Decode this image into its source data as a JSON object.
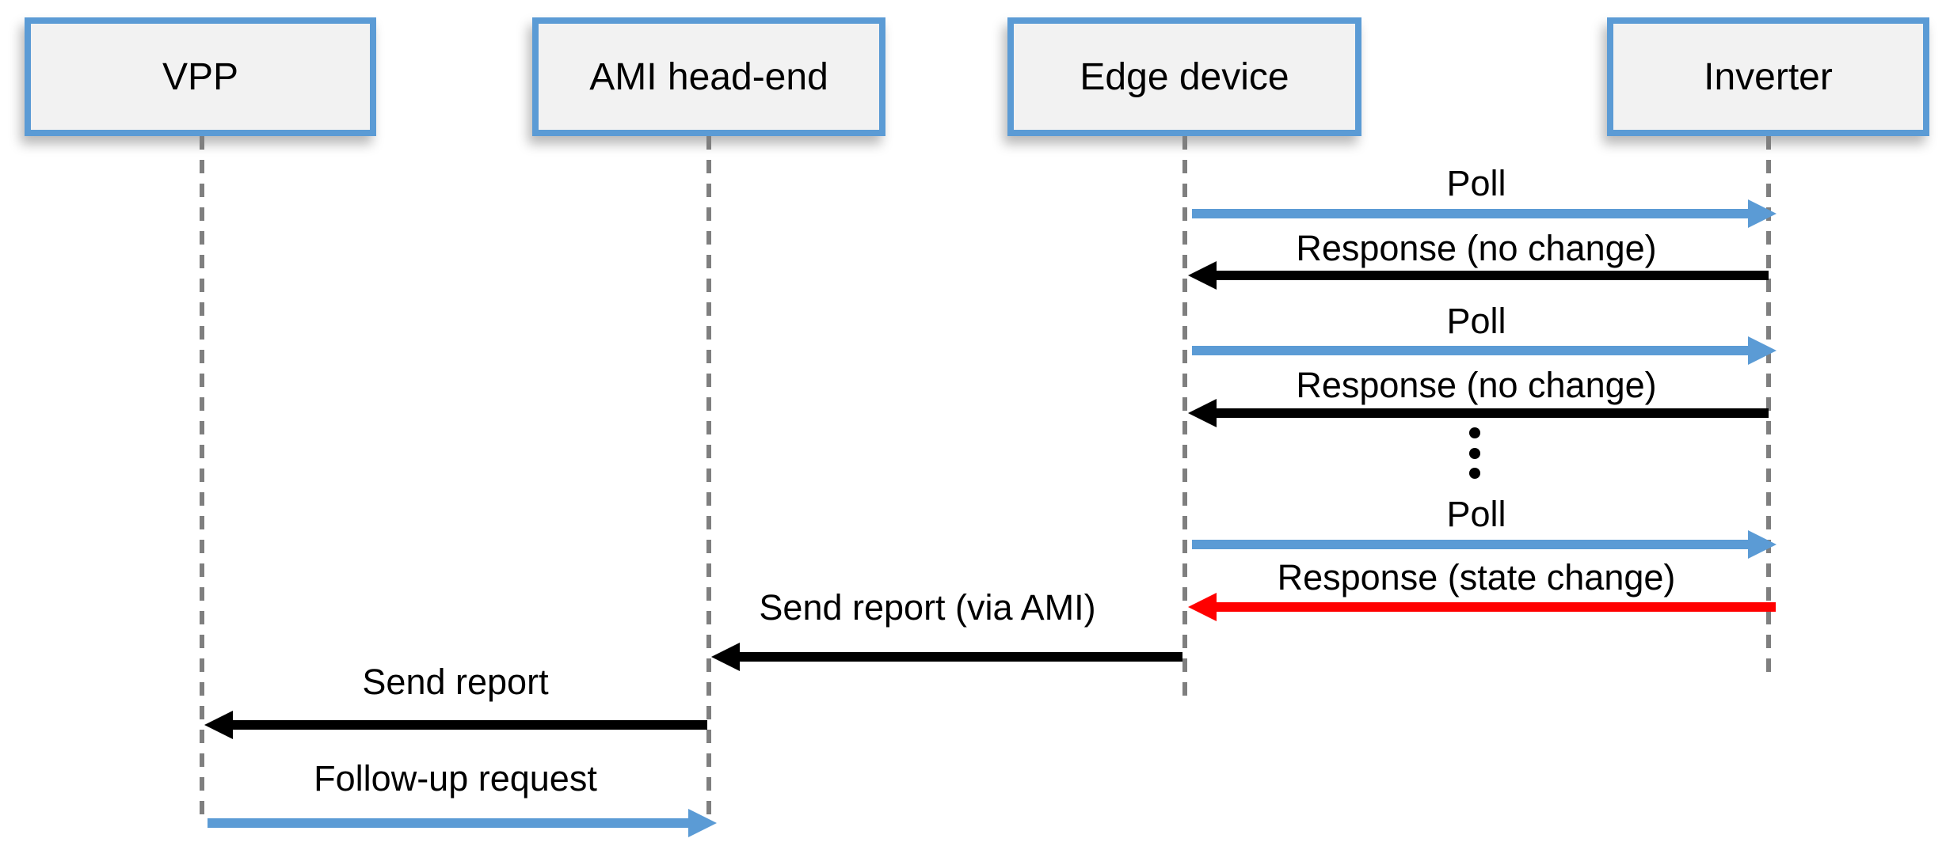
{
  "diagram": {
    "type": "sequence-diagram",
    "description": "Polling-based reporting flow between Inverter, Edge device, AMI head-end and VPP"
  },
  "colors": {
    "actor_border": "#5B9BD5",
    "actor_fill": "#F2F2F2",
    "poll_blue": "#5B9BD5",
    "response_black": "#000000",
    "state_red": "#FF0000",
    "lifeline_gray": "#7F7F7F"
  },
  "actors": [
    {
      "label": "VPP"
    },
    {
      "label": "AMI head-end"
    },
    {
      "label": "Edge device"
    },
    {
      "label": "Inverter"
    }
  ],
  "messages": [
    {
      "label": "Poll",
      "from": "Edge device",
      "to": "Inverter",
      "direction": "right",
      "color": "#5B9BD5"
    },
    {
      "label": "Response (no change)",
      "from": "Inverter",
      "to": "Edge device",
      "direction": "left",
      "color": "#000000"
    },
    {
      "label": "Poll",
      "from": "Edge device",
      "to": "Inverter",
      "direction": "right",
      "color": "#5B9BD5"
    },
    {
      "label": "Response (no change)",
      "from": "Inverter",
      "to": "Edge device",
      "direction": "left",
      "color": "#000000"
    },
    {
      "label": "⋮",
      "type": "ellipsis-repeat-indicator"
    },
    {
      "label": "Poll",
      "from": "Edge device",
      "to": "Inverter",
      "direction": "right",
      "color": "#5B9BD5"
    },
    {
      "label": "Response (state change)",
      "from": "Inverter",
      "to": "Edge device",
      "direction": "left",
      "color": "#FF0000"
    },
    {
      "label": "Send report (via AMI)",
      "from": "Edge device",
      "to": "AMI head-end",
      "direction": "left",
      "color": "#000000"
    },
    {
      "label": "Send report",
      "from": "AMI head-end",
      "to": "VPP",
      "direction": "left",
      "color": "#000000"
    },
    {
      "label": "Follow-up request",
      "from": "VPP",
      "to": "AMI head-end",
      "direction": "right",
      "color": "#5B9BD5"
    }
  ]
}
